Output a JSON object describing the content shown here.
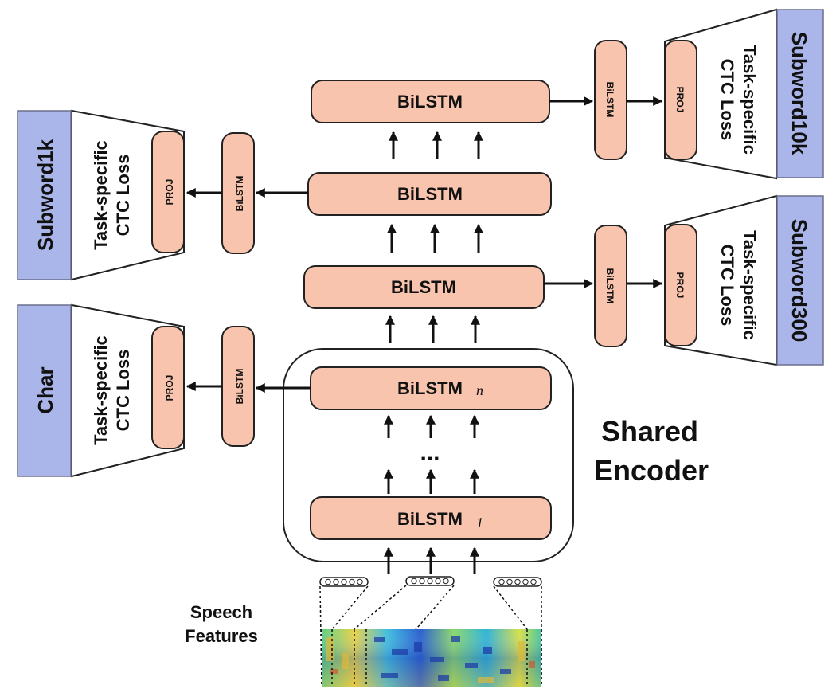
{
  "layers": {
    "bilstm_top": "BiLSTM",
    "bilstm_mid": "BiLSTM",
    "bilstm_low": "BiLSTM",
    "bilstm_n": "BiLSTM",
    "bilstm_n_sub": "n",
    "bilstm_1": "BiLSTM",
    "bilstm_1_sub": "1",
    "ellipsis": "..."
  },
  "heads": {
    "small_bilstm": "BiLSTM",
    "proj": "PROJ",
    "loss_line1": "Task-specific",
    "loss_line2": "CTC Loss"
  },
  "targets": {
    "subword10k": "Subword10k",
    "subword1k": "Subword1k",
    "subword300": "Subword300",
    "char": "Char"
  },
  "encoder": {
    "line1": "Shared",
    "line2": "Encoder"
  },
  "features": {
    "line1": "Speech",
    "line2": "Features"
  },
  "colors": {
    "bilstm_fill": "#f8c4ad",
    "target_fill": "#aab5ea"
  }
}
